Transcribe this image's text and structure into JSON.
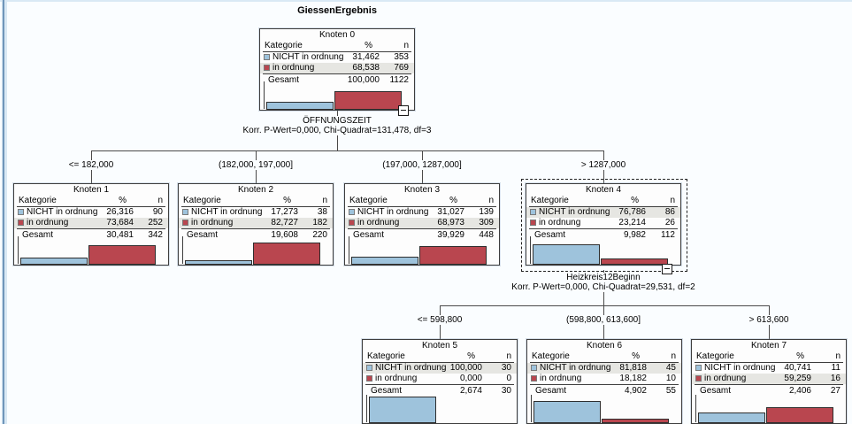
{
  "page_title": "GiessenErgebnis",
  "categories": [
    "NICHT in ordnung",
    "in ordnung"
  ],
  "table": {
    "header_category": "Kategorie",
    "header_pct": "%",
    "header_n": "n",
    "total_label": "Gesamt"
  },
  "splits": [
    {
      "variable": "ÖFFNUNGSZEIT",
      "stats": "Korr. P-Wert=0,000, Chi-Quadrat=131,478, df=3"
    },
    {
      "variable": "Heizkreis12Beginn",
      "stats": "Korr. P-Wert=0,000, Chi-Quadrat=29,531, df=2"
    }
  ],
  "branches": [
    "<= 182,000",
    "(182,000, 197,000]",
    "(197,000, 1287,000]",
    "> 1287,000",
    "<= 598,800",
    "(598,800, 613,600]",
    "> 613,600"
  ],
  "colors": {
    "category_blue": "#9EC3DC",
    "category_red": "#B9464F",
    "row_highlight": "#E6E6E2"
  },
  "nodes": [
    {
      "title": "Knoten 0",
      "rows": [
        {
          "pct": "31,462",
          "n": "353"
        },
        {
          "pct": "68,538",
          "n": "769"
        }
      ],
      "total": {
        "pct": "100,000",
        "n": "1122"
      },
      "highlight_row": 1,
      "bar_pcts": [
        31.462,
        68.538
      ],
      "selected": false
    },
    {
      "title": "Knoten 1",
      "rows": [
        {
          "pct": "26,316",
          "n": "90"
        },
        {
          "pct": "73,684",
          "n": "252"
        }
      ],
      "total": {
        "pct": "30,481",
        "n": "342"
      },
      "highlight_row": 1,
      "bar_pcts": [
        26.316,
        73.684
      ],
      "selected": false
    },
    {
      "title": "Knoten 2",
      "rows": [
        {
          "pct": "17,273",
          "n": "38"
        },
        {
          "pct": "82,727",
          "n": "182"
        }
      ],
      "total": {
        "pct": "19,608",
        "n": "220"
      },
      "highlight_row": 1,
      "bar_pcts": [
        17.273,
        82.727
      ],
      "selected": false
    },
    {
      "title": "Knoten 3",
      "rows": [
        {
          "pct": "31,027",
          "n": "139"
        },
        {
          "pct": "68,973",
          "n": "309"
        }
      ],
      "total": {
        "pct": "39,929",
        "n": "448"
      },
      "highlight_row": 1,
      "bar_pcts": [
        31.027,
        68.973
      ],
      "selected": false
    },
    {
      "title": "Knoten 4",
      "rows": [
        {
          "pct": "76,786",
          "n": "86"
        },
        {
          "pct": "23,214",
          "n": "26"
        }
      ],
      "total": {
        "pct": "9,982",
        "n": "112"
      },
      "highlight_row": 0,
      "bar_pcts": [
        76.786,
        23.214
      ],
      "selected": true
    },
    {
      "title": "Knoten 5",
      "rows": [
        {
          "pct": "100,000",
          "n": "30"
        },
        {
          "pct": "0,000",
          "n": "0"
        }
      ],
      "total": {
        "pct": "2,674",
        "n": "30"
      },
      "highlight_row": 0,
      "bar_pcts": [
        100.0,
        0.0
      ],
      "selected": false
    },
    {
      "title": "Knoten 6",
      "rows": [
        {
          "pct": "81,818",
          "n": "45"
        },
        {
          "pct": "18,182",
          "n": "10"
        }
      ],
      "total": {
        "pct": "4,902",
        "n": "55"
      },
      "highlight_row": 0,
      "bar_pcts": [
        81.818,
        18.182
      ],
      "selected": false
    },
    {
      "title": "Knoten 7",
      "rows": [
        {
          "pct": "40,741",
          "n": "11"
        },
        {
          "pct": "59,259",
          "n": "16"
        }
      ],
      "total": {
        "pct": "2,406",
        "n": "27"
      },
      "highlight_row": 1,
      "bar_pcts": [
        40.741,
        59.259
      ],
      "selected": false
    }
  ]
}
